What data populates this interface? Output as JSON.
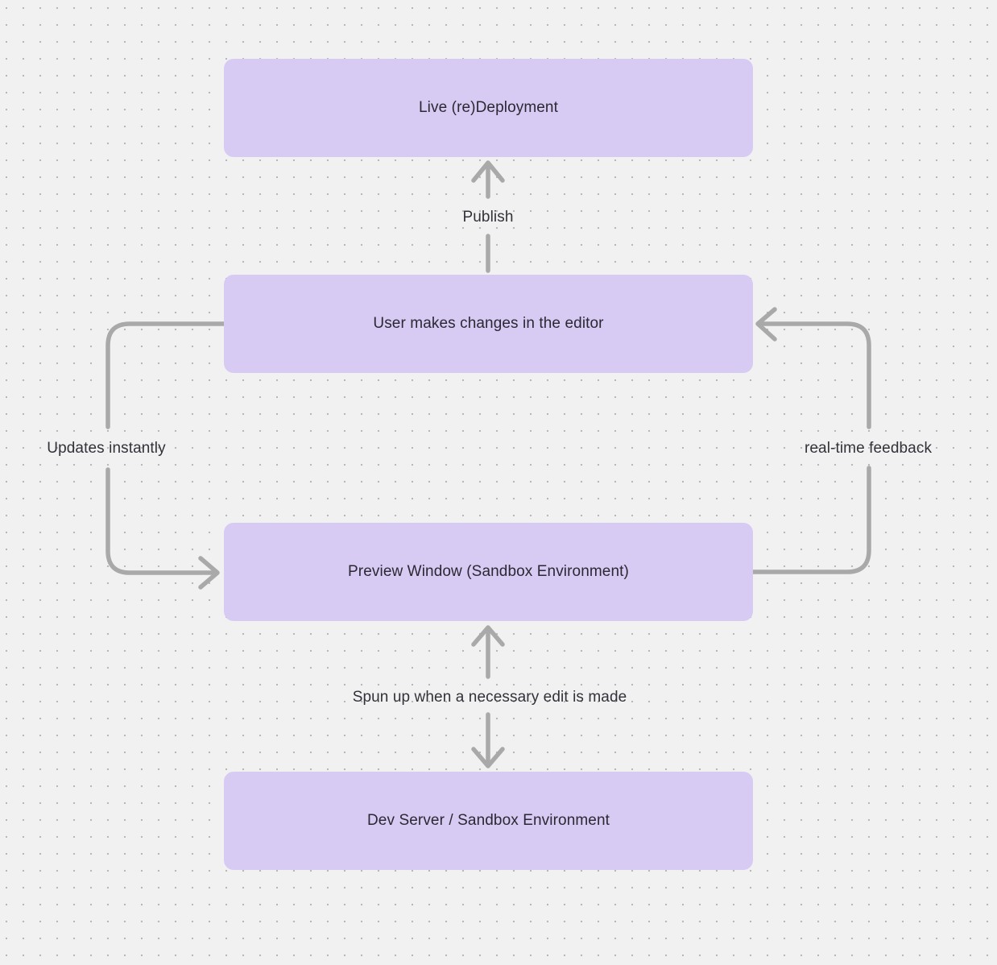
{
  "diagram": {
    "background_color": "#f2f1f2",
    "dot_color": "#b9b7ba",
    "node_fill": "#d7cbf3",
    "node_text_color": "#2b2833",
    "label_text_color": "#333138",
    "arrow_color": "#a9a9a9"
  },
  "nodes": [
    {
      "id": "live-redeployment",
      "label": "Live (re)Deployment"
    },
    {
      "id": "user-editor",
      "label": "User makes changes in the editor"
    },
    {
      "id": "preview-window",
      "label": "Preview Window (Sandbox Environment)"
    },
    {
      "id": "dev-server",
      "label": "Dev Server / Sandbox Environment"
    }
  ],
  "edge_labels": [
    {
      "id": "publish",
      "text": "Publish"
    },
    {
      "id": "updates-instantly",
      "text": "Updates instantly"
    },
    {
      "id": "real-time-feedback",
      "text": "real-time feedback"
    },
    {
      "id": "spun-up",
      "text": "Spun up when a necessary edit is made"
    }
  ]
}
